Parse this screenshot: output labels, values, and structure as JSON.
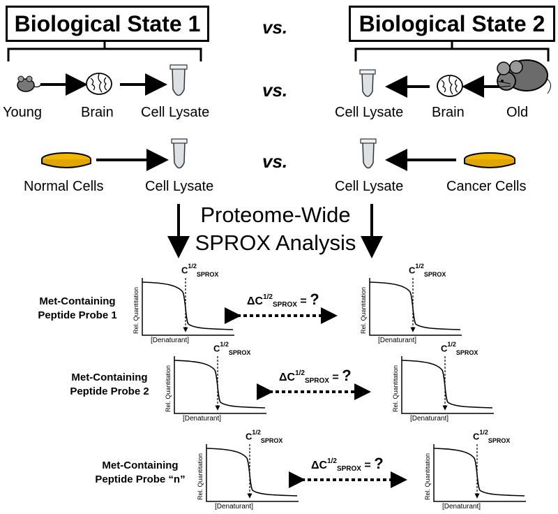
{
  "header": {
    "state1": "Biological State 1",
    "state2": "Biological State 2",
    "vs": "vs."
  },
  "row1": {
    "left_labels": [
      "Young",
      "Brain",
      "Cell Lysate"
    ],
    "right_labels": [
      "Cell Lysate",
      "Brain",
      "Old"
    ],
    "vs": "vs."
  },
  "row2": {
    "left_labels": [
      "Normal Cells",
      "Cell Lysate"
    ],
    "right_labels": [
      "Cell Lysate",
      "Cancer Cells"
    ],
    "vs": "vs."
  },
  "analysis": {
    "line1": "Proteome-Wide",
    "line2": "SPROX Analysis"
  },
  "plot": {
    "ylabel": "Rel. Quantitation",
    "xlabel": "[Denaturant]",
    "half_main": "C",
    "half_sup": "1/2",
    "half_sub": "SPROX"
  },
  "delta": {
    "prefix": "ΔC",
    "sup": "1/2",
    "sub": "SPROX",
    "suffix": " = ",
    "q": "?"
  },
  "probes": [
    {
      "line1": "Met-Containing",
      "line2": "Peptide Probe 1"
    },
    {
      "line1": "Met-Containing",
      "line2": "Peptide Probe 2"
    },
    {
      "line1": "Met-Containing",
      "line2": "Peptide Probe “n”"
    }
  ],
  "icons": {
    "mouse_color": "#6b6b6b",
    "dish_color": "#f2b500",
    "tube_color": "#d9dde2"
  }
}
